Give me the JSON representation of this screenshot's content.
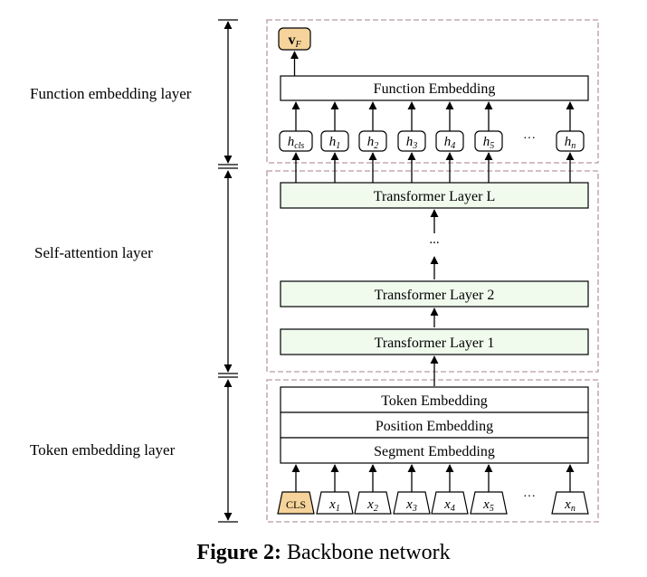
{
  "sections": {
    "function": "Function embedding layer",
    "self_attention": "Self-attention layer",
    "token": "Token embedding layer"
  },
  "function_layer": {
    "output": "v",
    "output_sub": "F",
    "embedding_label": "Function Embedding",
    "hidden_states": [
      {
        "base": "h",
        "sub": "cls"
      },
      {
        "base": "h",
        "sub": "1"
      },
      {
        "base": "h",
        "sub": "2"
      },
      {
        "base": "h",
        "sub": "3"
      },
      {
        "base": "h",
        "sub": "4"
      },
      {
        "base": "h",
        "sub": "5"
      },
      {
        "base": "h",
        "sub": "n"
      }
    ],
    "ellipsis": "···"
  },
  "self_attention_layer": {
    "top_layer": "Transformer Layer L",
    "middle_ellipsis": "...",
    "layer2": "Transformer Layer 2",
    "layer1": "Transformer Layer 1"
  },
  "token_layer": {
    "embeddings": [
      "Token Embedding",
      "Position Embedding",
      "Segment Embedding"
    ],
    "inputs": [
      {
        "base": "CLS",
        "sub": ""
      },
      {
        "base": "x",
        "sub": "1"
      },
      {
        "base": "x",
        "sub": "2"
      },
      {
        "base": "x",
        "sub": "3"
      },
      {
        "base": "x",
        "sub": "4"
      },
      {
        "base": "x",
        "sub": "5"
      },
      {
        "base": "x",
        "sub": "n"
      }
    ],
    "ellipsis": "···"
  },
  "caption": {
    "label": "Figure 2:",
    "text": " Backbone network"
  },
  "colors": {
    "frame": "#b79aa5",
    "transformer_fill": "#f0fbee",
    "highlight_fill": "#f6d39a",
    "line": "#000000"
  }
}
